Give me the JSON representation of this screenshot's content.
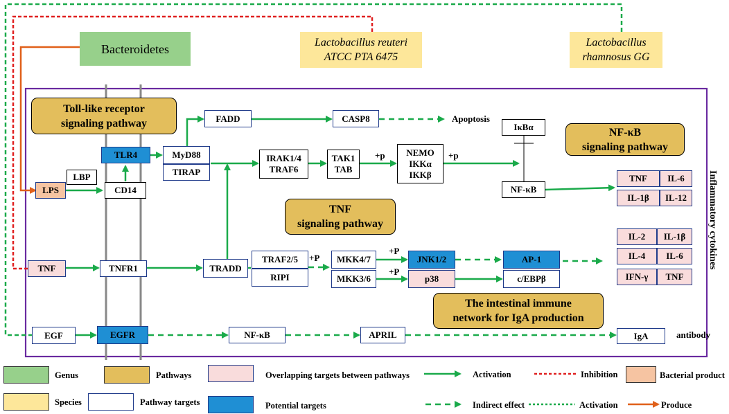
{
  "sources": {
    "genus": "Bacteroidetes",
    "species1": "Lactobacillus reuteri\nATCC PTA 6475",
    "species2": "Lactobacillus\nrhamnosus GG"
  },
  "pathways": {
    "tlr": "Toll-like receptor\nsignaling pathway",
    "nfkb": "NF-κB\nsignaling pathway",
    "tnf": "TNF\nsignaling pathway",
    "iga": "The intestinal immune\nnetwork for IgA production"
  },
  "nodes": {
    "lps": "LPS",
    "lbp": "LBP",
    "cd14": "CD14",
    "tlr4": "TLR4",
    "myd88": "MyD88",
    "tirap": "TIRAP",
    "fadd": "FADD",
    "casp8": "CASP8",
    "apoptosis": "Apoptosis",
    "irak": "IRAK1/4\nTRAF6",
    "tak": "TAK1\nTAB",
    "nemo": "NEMO\nIKKα\nIKKβ",
    "ikba": "IκBα",
    "nfkb": "NF-κB",
    "tnf": "TNF",
    "tnfr1": "TNFR1",
    "tradd": "TRADD",
    "traf25": "TRAF2/5",
    "ripi": "RIPI",
    "mkk47": "MKK4/7",
    "mkk36": "MKK3/6",
    "jnk": "JNK1/2",
    "p38": "p38",
    "ap1": "AP-1",
    "cebp": "c/EBPβ",
    "egf": "EGF",
    "egfr": "EGFR",
    "nfkb2": "NF-κB",
    "april": "APRIL",
    "iga": "IgA"
  },
  "edge_labels": {
    "p1": "+p",
    "p2": "+p",
    "p3": "+P",
    "p4": "+P",
    "p5": "+P"
  },
  "cytokines": {
    "tnf": "TNF",
    "il6a": "IL-6",
    "il1ba": "IL-1β",
    "il12": "IL-12",
    "il2": "IL-2",
    "il1bb": "IL-1β",
    "il4": "IL-4",
    "il6b": "IL-6",
    "ifng": "IFN-γ",
    "tnf2": "TNF"
  },
  "side_labels": {
    "inflammatory": "Inflammatory cytokines",
    "antibody": "antibody"
  },
  "legend": {
    "genus": "Genus",
    "pathways": "Pathways",
    "overlap": "Overlapping targets between pathways",
    "activation": "Activation",
    "inhibition": "Inhibition",
    "bacterial_product": "Bacterial product",
    "species": "Species",
    "pathway_targets": "Pathway targets",
    "potential_targets": "Potential targets",
    "indirect": "Indirect effect",
    "activation2": "Activation",
    "produce": "Produce"
  },
  "colors": {
    "activation": "#1aaa4a",
    "inhibition": "#e02020",
    "produce": "#e0601a",
    "frame": "#6a2aa0",
    "membrane": "#888888"
  }
}
